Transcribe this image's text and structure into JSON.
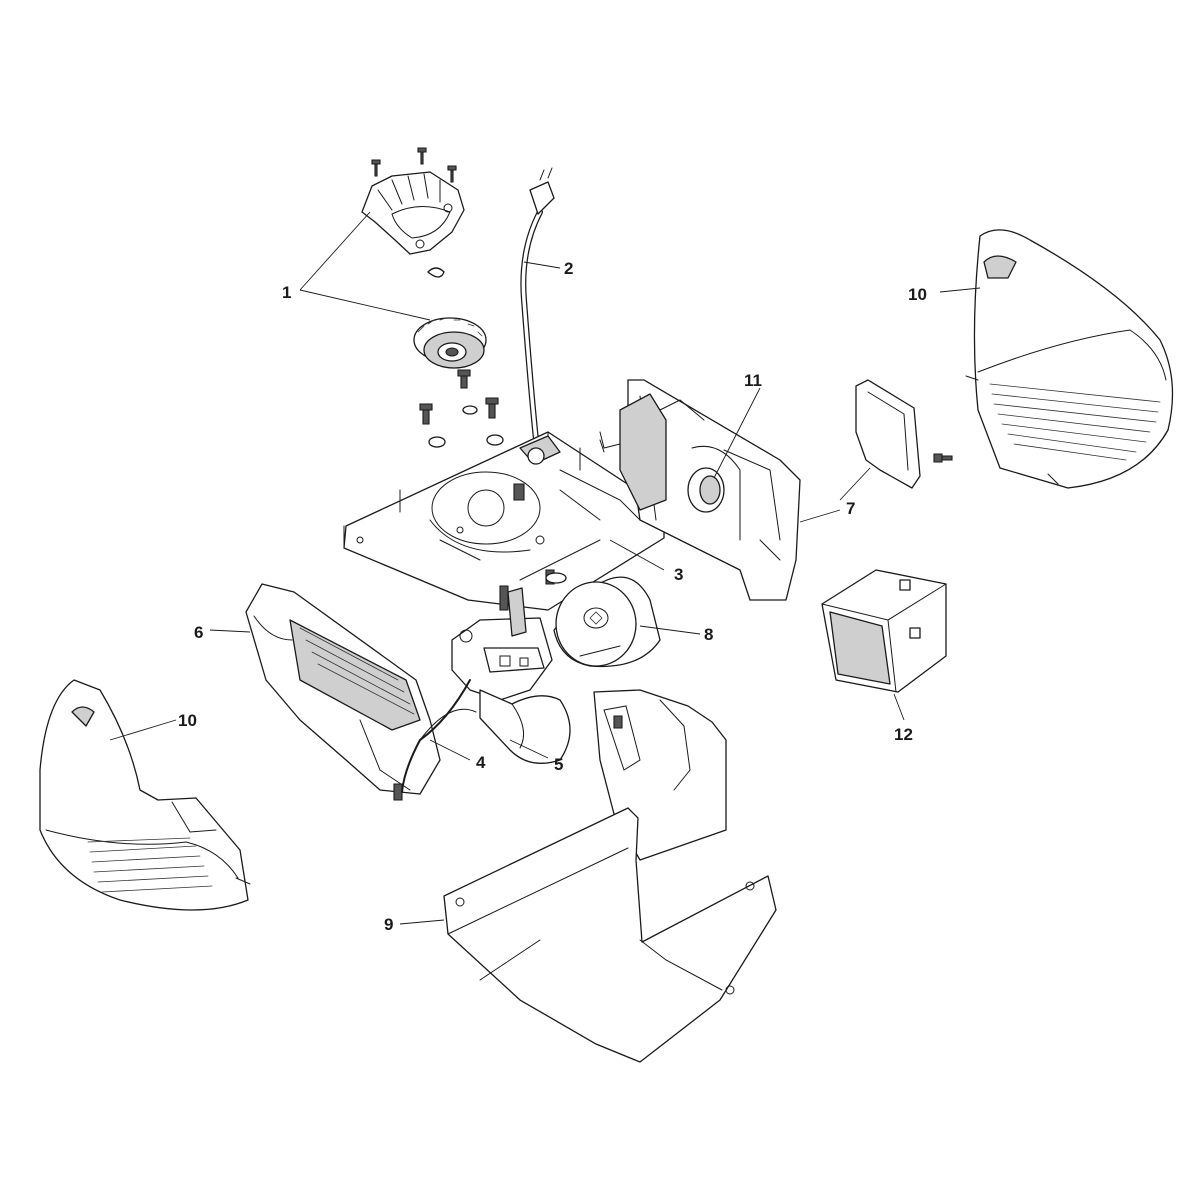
{
  "callouts": {
    "c1": "1",
    "c2": "2",
    "c3": "3",
    "c4": "4",
    "c5": "5",
    "c6": "6",
    "c7": "7",
    "c8": "8",
    "c9": "9",
    "c10a": "10",
    "c10b": "10",
    "c11": "11",
    "c12": "12"
  },
  "colors": {
    "line": "#1a1a1a",
    "fill": "#ffffff",
    "shade": "#cfcfcf"
  }
}
